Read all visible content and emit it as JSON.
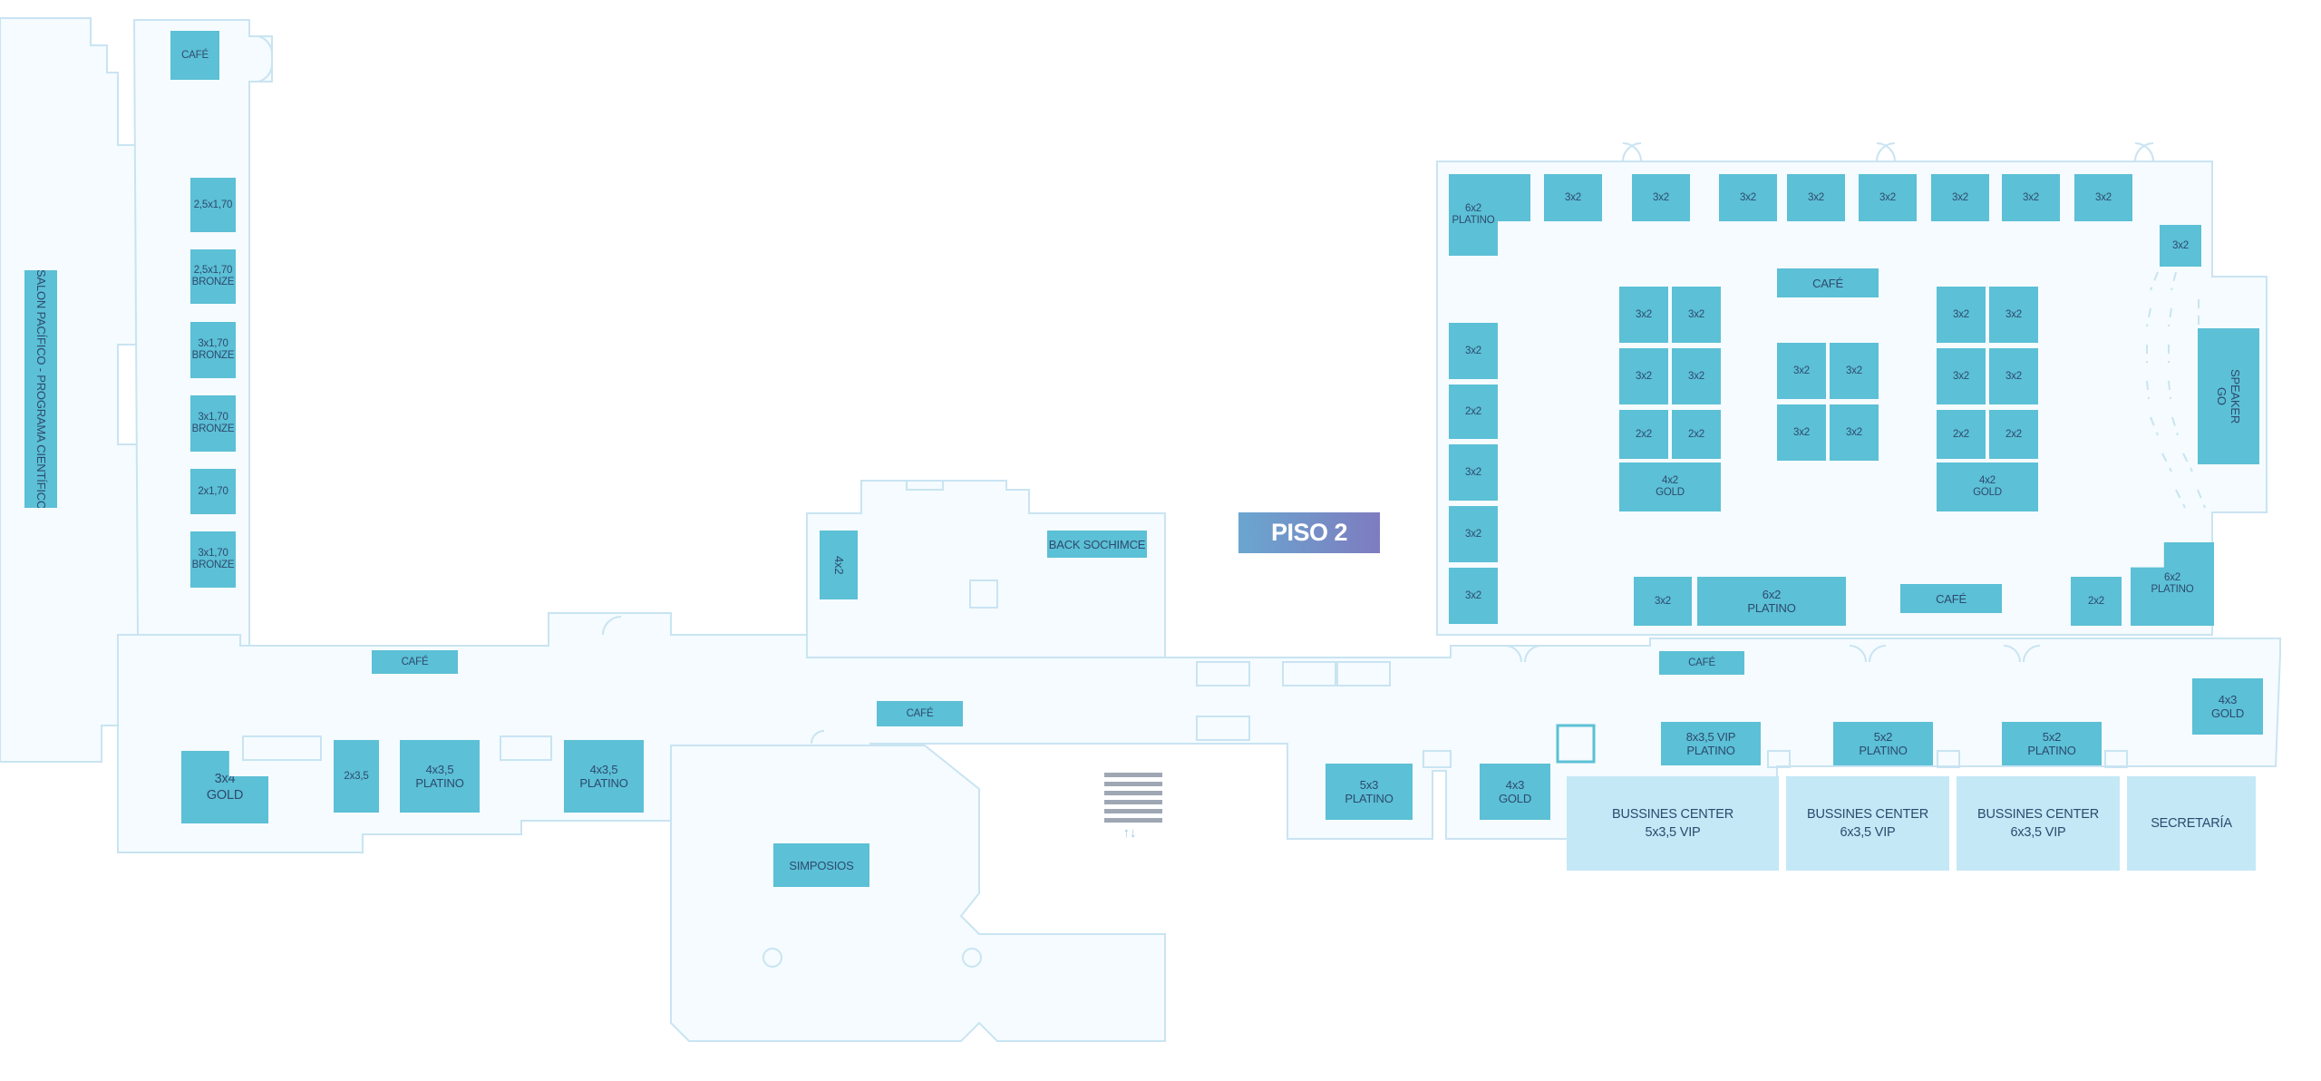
{
  "floor_label": "PISO 2",
  "colors": {
    "booth": "#5cc0d6",
    "business_center": "#c4e8f6",
    "wall": "#c9e4f2",
    "floor": "#f5fbfe",
    "label_text": "#2d4a6e"
  },
  "stairs_arrows": "↑↓",
  "booths": {
    "salon_pacifico": [
      "SALON PACÍFICO - PROGRAMA CIENTÍFICO"
    ],
    "cafe_top_left": [
      "CAFÉ"
    ],
    "b_25x170": [
      "2,5x1,70"
    ],
    "b_25x170_bronze": [
      "2,5x1,70",
      "BRONZE"
    ],
    "b_3x170_bronze_1": [
      "3x1,70",
      "BRONZE"
    ],
    "b_3x170_bronze_2": [
      "3x1,70",
      "BRONZE"
    ],
    "b_2x170": [
      "2x1,70"
    ],
    "b_3x170_bronze_3": [
      "3x1,70",
      "BRONZE"
    ],
    "cafe_corridor_1": [
      "CAFÉ"
    ],
    "cafe_corridor_2": [
      "CAFÉ"
    ],
    "b_4x2_vertical": [
      "4x2"
    ],
    "back_sochimce": [
      "BACK SOCHIMCE"
    ],
    "b_3x4_gold": [
      "3x4",
      "GOLD"
    ],
    "b_2x35": [
      "2x3,5"
    ],
    "b_4x35_platino_1": [
      "4x3,5",
      "PLATINO"
    ],
    "b_4x35_platino_2": [
      "4x3,5",
      "PLATINO"
    ],
    "simposios": [
      "SIMPOSIOS"
    ],
    "top_6x2_platino": [
      "6x2",
      "PLATINO"
    ],
    "top_3x2_1": [
      "3x2"
    ],
    "top_3x2_2": [
      "3x2"
    ],
    "top_3x2_3": [
      "3x2"
    ],
    "top_3x2_4": [
      "3x2"
    ],
    "top_3x2_5": [
      "3x2"
    ],
    "top_3x2_6": [
      "3x2"
    ],
    "top_3x2_7": [
      "3x2"
    ],
    "top_3x2_8": [
      "3x2"
    ],
    "right_3x2_small": [
      "3x2"
    ],
    "cafe_hall_top": [
      "CAFÉ"
    ],
    "left_col_3x2_1": [
      "3x2"
    ],
    "left_col_2x2": [
      "2x2"
    ],
    "left_col_3x2_2": [
      "3x2"
    ],
    "left_col_3x2_3": [
      "3x2"
    ],
    "left_col_3x2_4": [
      "3x2"
    ],
    "island1": [
      "3x2",
      "3x2",
      "3x2",
      "3x2",
      "2x2",
      "2x2"
    ],
    "island1_gold": [
      "4x2",
      "GOLD"
    ],
    "island2": [
      "3x2",
      "3x2",
      "3x2",
      "3x2"
    ],
    "island3": [
      "3x2",
      "3x2",
      "3x2",
      "3x2",
      "2x2",
      "2x2"
    ],
    "island3_gold": [
      "4x2",
      "GOLD"
    ],
    "speaker_go": [
      "SPEAKER",
      "GO"
    ],
    "bottom_3x2": [
      "3x2"
    ],
    "bottom_6x2_platino_1": [
      "6x2",
      "PLATINO"
    ],
    "cafe_hall_bottom": [
      "CAFÉ"
    ],
    "bottom_2x2": [
      "2x2"
    ],
    "bottom_6x2_platino_2": [
      "6x2",
      "PLATINO"
    ],
    "cafe_corridor_3": [
      "CAFÉ"
    ],
    "b_4x3_gold_right": [
      "4x3",
      "GOLD"
    ],
    "b_8x35_vip_platino": [
      "8x3,5 VIP",
      "PLATINO"
    ],
    "b_5x2_platino_1": [
      "5x2",
      "PLATINO"
    ],
    "b_5x2_platino_2": [
      "5x2",
      "PLATINO"
    ],
    "b_5x3_platino": [
      "5x3",
      "PLATINO"
    ],
    "b_4x3_gold_left": [
      "4x3",
      "GOLD"
    ],
    "bc_1": [
      "BUSSINES CENTER",
      "5x3,5 VIP"
    ],
    "bc_2": [
      "BUSSINES CENTER",
      "6x3,5 VIP"
    ],
    "bc_3": [
      "BUSSINES CENTER",
      "6x3,5 VIP"
    ],
    "secretaria": [
      "SECRETARÍA"
    ]
  }
}
